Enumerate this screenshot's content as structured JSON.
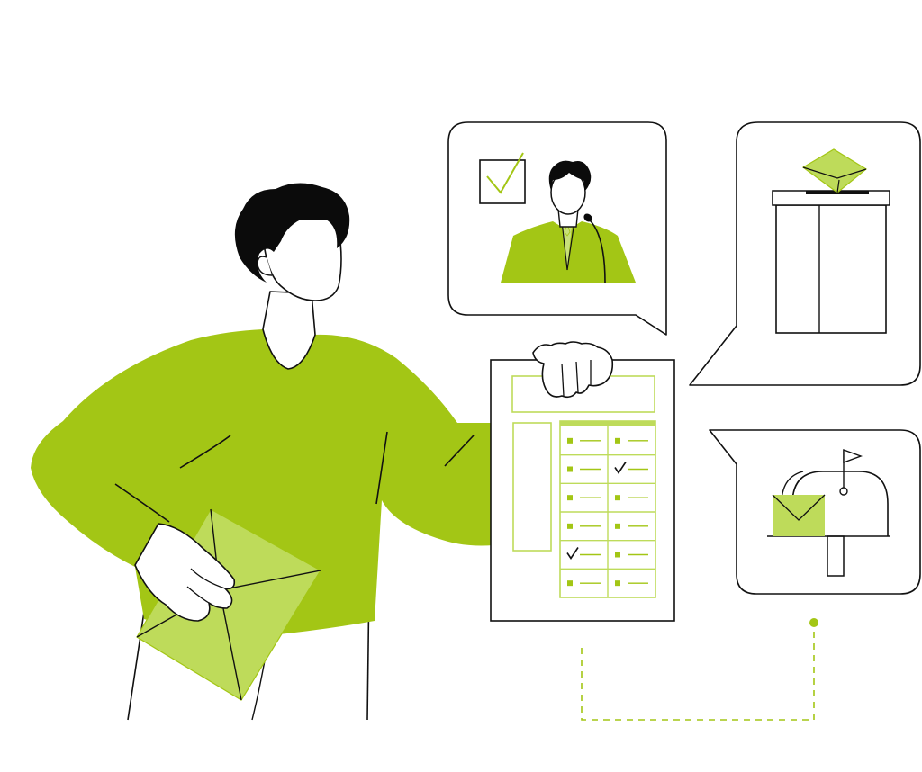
{
  "colors": {
    "accent": "#a3c615",
    "accent_light": "#bedb5a",
    "accent_pale": "#c8e07a",
    "outline": "#111111",
    "background": "#ffffff",
    "hair": "#0b0b0b"
  },
  "icons": [
    "checkbox-icon",
    "candidate-icon",
    "microphone-icon",
    "ballot-box-icon",
    "envelope-icon",
    "mailbox-icon",
    "flag-icon",
    "checkmark-icon"
  ],
  "ballot": {
    "rows": 6,
    "columns": 2,
    "checked_cells": [
      [
        1,
        1
      ],
      [
        4,
        0
      ]
    ]
  }
}
